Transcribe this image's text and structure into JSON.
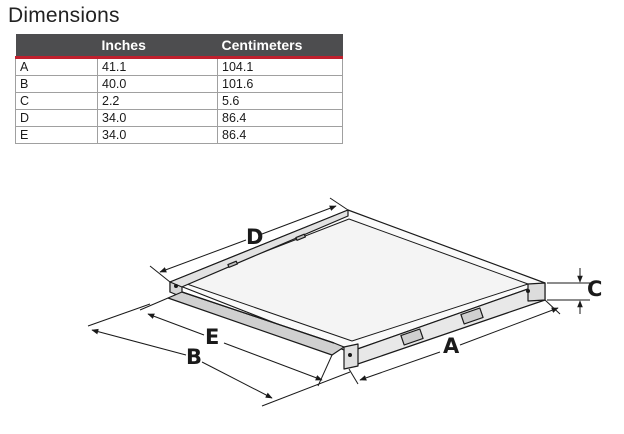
{
  "title": "Dimensions",
  "table": {
    "headers": [
      "",
      "Inches",
      "Centimeters"
    ],
    "rows": [
      [
        "A",
        "41.1",
        "104.1"
      ],
      [
        "B",
        "40.0",
        "101.6"
      ],
      [
        "C",
        "2.2",
        "5.6"
      ],
      [
        "D",
        "34.0",
        "86.4"
      ],
      [
        "E",
        "34.0",
        "86.4"
      ]
    ]
  },
  "diagram": {
    "labels": {
      "a": "A",
      "b": "B",
      "c": "C",
      "d": "D",
      "e": "E"
    }
  }
}
